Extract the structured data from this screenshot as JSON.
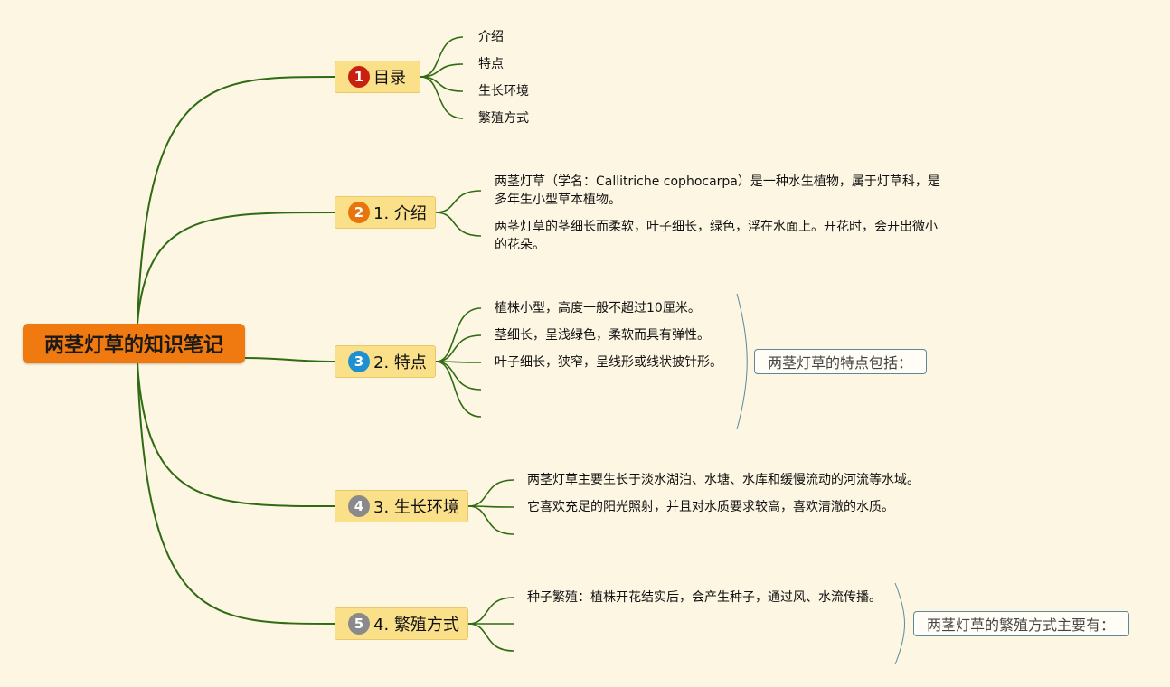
{
  "root": {
    "label": "两茎灯草的知识笔记"
  },
  "colors": {
    "branch": "#2f6b12",
    "root_bg": "#f07a0f",
    "topic_bg": "#fbe08a",
    "summary_border": "#5a8a9a"
  },
  "topics": [
    {
      "badge": "1",
      "badge_color": "#c8210f",
      "label": "目录",
      "children": [
        "介绍",
        "特点",
        "生长环境",
        "繁殖方式"
      ]
    },
    {
      "badge": "2",
      "badge_color": "#e8740c",
      "label": "1. 介绍",
      "children": [
        "两茎灯草（学名：Callitriche cophocarpa）是一种水生植物，属于灯草科，是多年生小型草本植物。",
        "两茎灯草的茎细长而柔软，叶子细长，绿色，浮在水面上。开花时，会开出微小的花朵。"
      ]
    },
    {
      "badge": "3",
      "badge_color": "#1f8fd0",
      "label": "2. 特点",
      "children": [
        "植株小型，高度一般不超过10厘米。",
        "茎细长，呈浅绿色，柔软而具有弹性。",
        "叶子细长，狭窄，呈线形或线状披针形。"
      ],
      "summary": "两茎灯草的特点包括："
    },
    {
      "badge": "4",
      "badge_color": "#8a8a8a",
      "label": "3. 生长环境",
      "children": [
        "两茎灯草主要生长于淡水湖泊、水塘、水库和缓慢流动的河流等水域。",
        "它喜欢充足的阳光照射，并且对水质要求较高，喜欢清澈的水质。"
      ]
    },
    {
      "badge": "5",
      "badge_color": "#8a8a8a",
      "label": "4. 繁殖方式",
      "children": [
        "种子繁殖：植株开花结实后，会产生种子，通过风、水流传播。"
      ],
      "summary": "两茎灯草的繁殖方式主要有："
    }
  ]
}
